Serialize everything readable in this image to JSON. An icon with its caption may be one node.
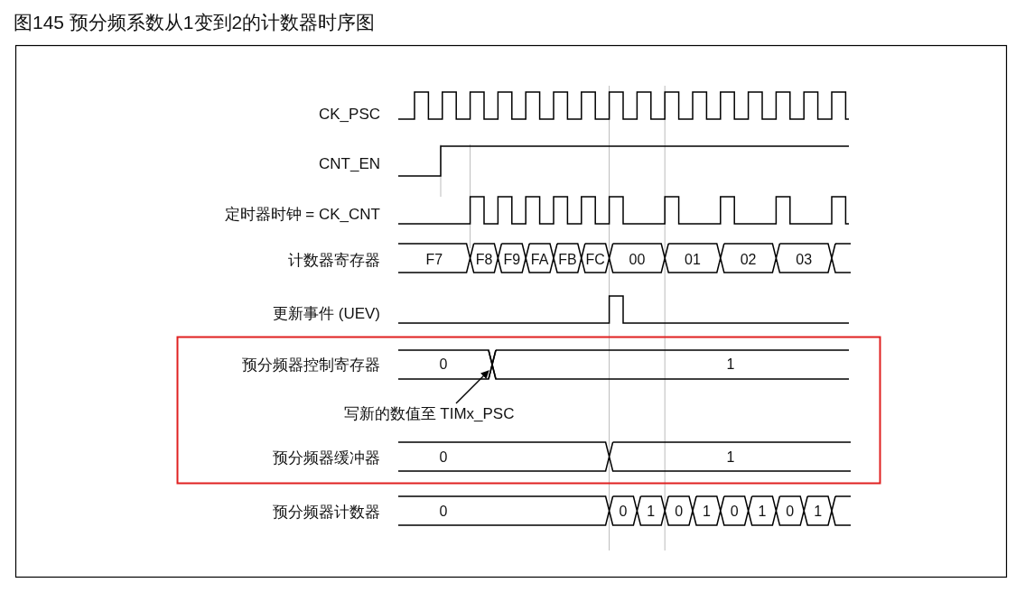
{
  "diagram": {
    "title": "图145 预分频系数从1变到2的计数器时序图",
    "nodes": [
      {
        "text": [
          "写新的数值至 TIMx_PSC"
        ]
      },
      {
        "text": [],
        "shape": "cross"
      }
    ],
    "edges": [
      {
        "from": 0,
        "to": 1,
        "arrow": "to"
      }
    ],
    "labels": [
      "CK_PSC",
      "CNT_EN",
      "定时器时钟 = CK_CNT",
      "计数器寄存器",
      "F7",
      "F8",
      "F9",
      "FA",
      "FB",
      "FC",
      "00",
      "01",
      "02",
      "03",
      "更新事件 (UEV)",
      "预分频器控制寄存器",
      "0",
      "1",
      "预分频器缓冲器",
      "0",
      "1",
      "预分频器计数器",
      "0",
      "0",
      "1",
      "0",
      "1",
      "0",
      "1",
      "0",
      "1"
    ]
  }
}
